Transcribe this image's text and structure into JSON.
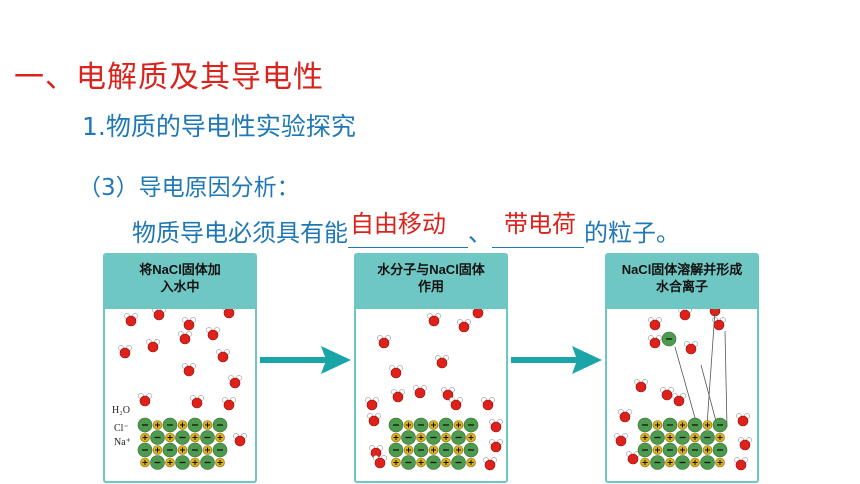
{
  "heading": "一、电解质及其导电性",
  "subheading": "1.物质的导电性实验探究",
  "subsection": "（3）导电原因分析：",
  "sentence": {
    "prefix": "物质导电必须具有能",
    "blank1": "自由移动",
    "sep": "、",
    "blank2": "带电荷",
    "suffix": "的粒子。"
  },
  "panels": [
    {
      "caption": "将NaCl固体加入水中"
    },
    {
      "caption": "水分子与NaCl固体作用"
    },
    {
      "caption": "NaCl固体溶解并形成水合离子"
    }
  ],
  "panel1_labels": {
    "water": "H₂O",
    "chloride": "Cl⁻",
    "sodium": "Na⁺"
  },
  "colors": {
    "heading": "#d9231d",
    "text": "#1f78b4",
    "panel_border": "#6fc7c3",
    "arrow": "#1aa6a8",
    "oxygen": "#e0201a",
    "chloride": "#4e9a4e",
    "sodium": "#d8b020"
  }
}
